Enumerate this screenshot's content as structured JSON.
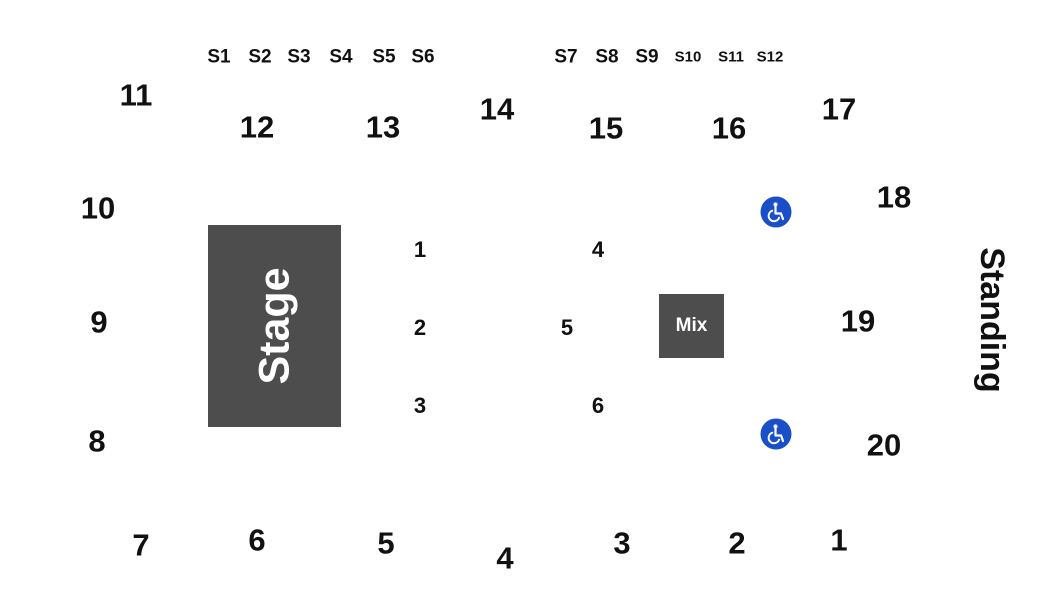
{
  "colors": {
    "stage": "#4d4d4d",
    "mix": "#4d4d4d",
    "accessible": "#1a4fc8",
    "text": "#111111"
  },
  "stage": {
    "label": "Stage"
  },
  "mix": {
    "label": "Mix"
  },
  "standing": {
    "label": "Standing"
  },
  "suites": [
    "S1",
    "S2",
    "S3",
    "S4",
    "S5",
    "S6",
    "S7",
    "S8",
    "S9",
    "S10",
    "S11",
    "S12"
  ],
  "sections": [
    "1",
    "2",
    "3",
    "4",
    "5",
    "6",
    "7",
    "8",
    "9",
    "10",
    "11",
    "12",
    "13",
    "14",
    "15",
    "16",
    "17",
    "18",
    "19",
    "20"
  ],
  "floor": [
    "1",
    "2",
    "3",
    "4",
    "5",
    "6"
  ],
  "icons": {
    "accessible": "wheelchair-icon"
  }
}
